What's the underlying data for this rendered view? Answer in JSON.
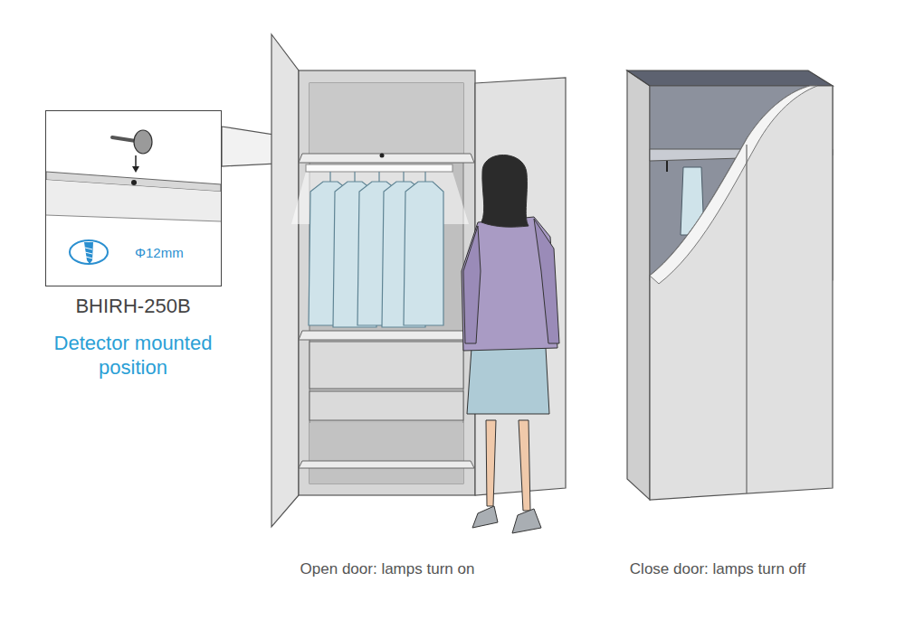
{
  "diagram": {
    "nodes": [
      {
        "text": [
          "Φ12mm"
        ]
      }
    ],
    "labels": [
      "BHIRH-250B",
      "Detector mounted position",
      "Open door: lamps turn on",
      "Close door: lamps turn off"
    ]
  }
}
